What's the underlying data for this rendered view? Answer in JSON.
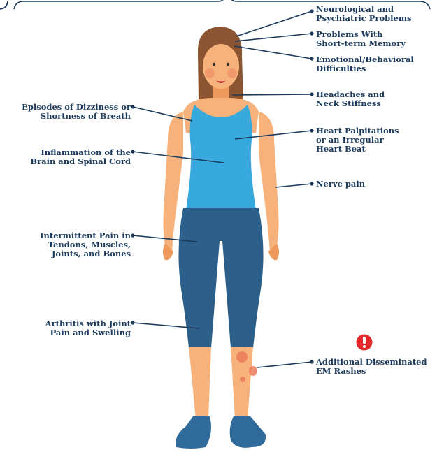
{
  "colors": {
    "label_text": "#1b3a5c",
    "leader_line": "#1b3a5c",
    "bracket": "#1b3a5c",
    "skin": "#f6b27a",
    "skin_shade": "#ee9a5c",
    "hair": "#8a5530",
    "tank_top": "#37a9dc",
    "leggings": "#2c5f8a",
    "shoes": "#2f6a9a",
    "rash": "#ec7a5a",
    "alert": "#e02a2a"
  },
  "figure": {
    "alt_icon": "standing-woman-illustration"
  },
  "alert_icon": {
    "name": "exclamation-alert-icon",
    "glyph": "!"
  },
  "labels": [
    {
      "id": "neuro",
      "side": "right",
      "lines": [
        "Neurological and",
        "Psychiatric Problems"
      ]
    },
    {
      "id": "memory",
      "side": "right",
      "lines": [
        "Problems With",
        "Short-term Memory"
      ]
    },
    {
      "id": "emotional",
      "side": "right",
      "lines": [
        "Emotional/Behavioral",
        "Difficulties"
      ]
    },
    {
      "id": "headaches",
      "side": "right",
      "lines": [
        "Headaches and",
        "Neck Stiffness"
      ]
    },
    {
      "id": "heart",
      "side": "right",
      "lines": [
        "Heart Palpitations",
        "or an Irregular",
        "Heart Beat"
      ]
    },
    {
      "id": "nerve",
      "side": "right",
      "lines": [
        "Nerve pain"
      ]
    },
    {
      "id": "rashes",
      "side": "right",
      "lines": [
        "Additional Disseminated",
        "EM Rashes"
      ]
    },
    {
      "id": "dizziness",
      "side": "left",
      "lines": [
        "Episodes of Dizziness or",
        "Shortness of Breath"
      ]
    },
    {
      "id": "inflammation",
      "side": "left",
      "lines": [
        "Inflammation of the",
        "Brain and Spinal Cord"
      ]
    },
    {
      "id": "intermittent",
      "side": "left",
      "lines": [
        "Intermittent Pain in",
        "Tendons, Muscles,",
        "Joints, and Bones"
      ]
    },
    {
      "id": "arthritis",
      "side": "left",
      "lines": [
        "Arthritis with Joint",
        "Pain and Swelling"
      ]
    }
  ]
}
